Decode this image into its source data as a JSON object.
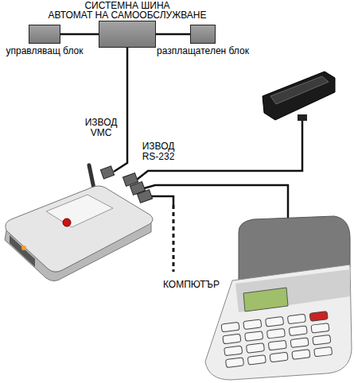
{
  "diagram": {
    "nodes": [
      {
        "text": [
          "АВТОМАТ НА САМООБСЛУЖВАНЕ"
        ]
      },
      {
        "text": [
          "управляващ блок"
        ]
      },
      {
        "text": [
          "разплащателен блок"
        ]
      }
    ],
    "edges": [
      {
        "from": 0,
        "to": 1,
        "arrow": "none"
      },
      {
        "from": 0,
        "to": 2,
        "arrow": "none"
      }
    ],
    "labels": [
      "СИСТЕМНА ШИНА",
      "ИЗВОД VMC",
      "ИЗВОД RS-232",
      "КОМПЮТЪР"
    ]
  }
}
